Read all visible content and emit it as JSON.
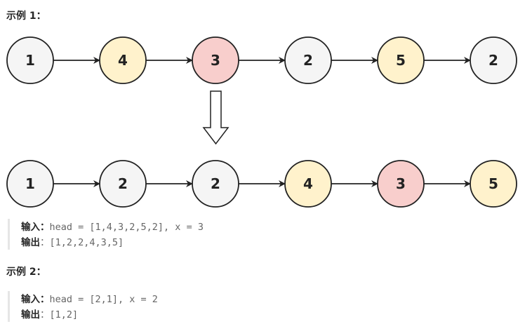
{
  "example1": {
    "heading": "示例 1：",
    "before_nodes": [
      "1",
      "4",
      "3",
      "2",
      "5",
      "2"
    ],
    "after_nodes": [
      "1",
      "2",
      "2",
      "4",
      "3",
      "5"
    ],
    "before_colors": [
      "#f5f5f5",
      "#fff2cc",
      "#f8cecc",
      "#f5f5f5",
      "#fff2cc",
      "#f5f5f5"
    ],
    "after_colors": [
      "#f5f5f5",
      "#f5f5f5",
      "#f5f5f5",
      "#fff2cc",
      "#f8cecc",
      "#fff2cc"
    ],
    "input_label": "输入：",
    "input_value": "head = [1,4,3,2,5,2], x = 3",
    "output_label": "输出",
    "output_value": "：[1,2,2,4,3,5]"
  },
  "example2": {
    "heading": "示例 2：",
    "input_label": "输入：",
    "input_value": "head = [2,1], x = 2",
    "output_label": "输出",
    "output_value": "：[1,2]"
  },
  "colors": {
    "gray": "#f5f5f5",
    "yellow": "#fff2cc",
    "red": "#f8cecc",
    "stroke": "#222222"
  },
  "icons": {
    "arrow": "arrow-right-icon",
    "transform": "down-arrow-icon"
  }
}
